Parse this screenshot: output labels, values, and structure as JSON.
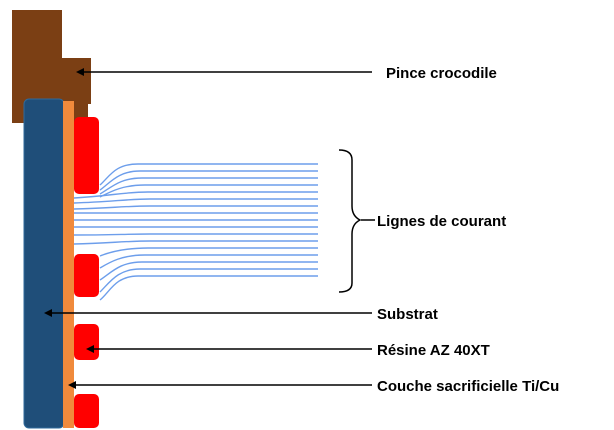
{
  "labels": {
    "clip": "Pince crocodile",
    "current_lines": "Lignes de courant",
    "substrate": "Substrat",
    "resin": "Résine AZ 40XT",
    "sacrificial_layer": "Couche sacrificielle Ti/Cu"
  },
  "colors": {
    "clip": "#7b3f14",
    "substrate": "#1f4e79",
    "substrate_border": "#2f6a9b",
    "sacrificial_layer": "#f08a3c",
    "resin": "#ff0000",
    "current_lines": "#6d9eeb",
    "leader_lines": "#000000"
  }
}
